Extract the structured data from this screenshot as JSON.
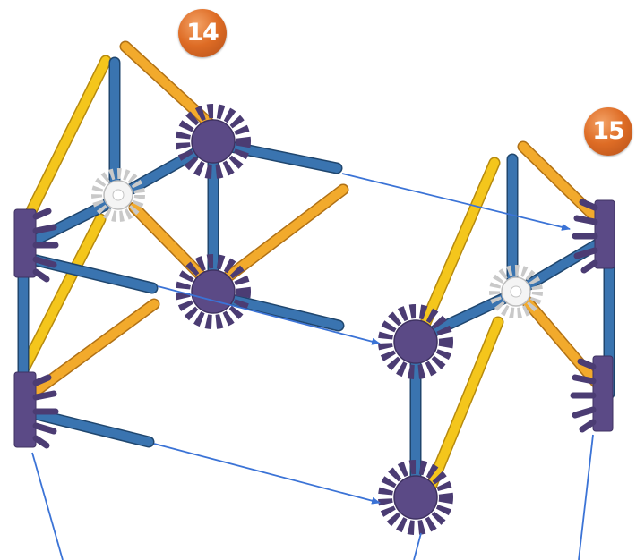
{
  "steps": [
    {
      "number": "14",
      "color": "#de6c25"
    },
    {
      "number": "15",
      "color": "#de6c25"
    }
  ],
  "parts": {
    "long_rod": {
      "color": "#f4c61c",
      "icon": "yellow-rod"
    },
    "medium_rod": {
      "color": "#f2aa2c",
      "icon": "orange-rod"
    },
    "short_rod": {
      "color": "#3a74b0",
      "icon": "blue-rod"
    },
    "connector": {
      "color": "#5b4a86",
      "icon": "purple-connector"
    },
    "hub_connector": {
      "color": "#ececec",
      "icon": "white-connector"
    }
  },
  "arrow_color": "#3b73d6"
}
